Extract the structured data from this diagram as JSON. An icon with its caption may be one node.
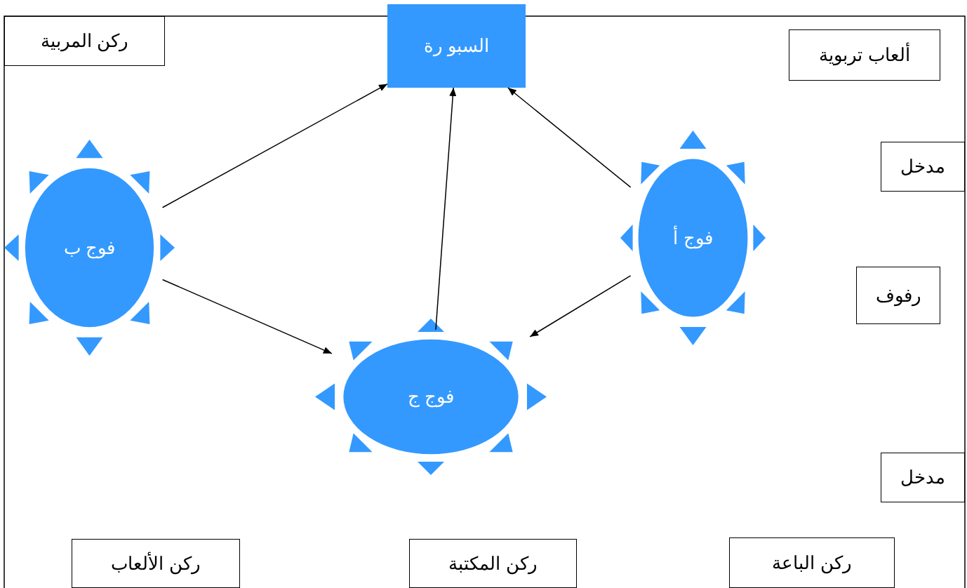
{
  "diagram": {
    "nodes": [
      {
        "text": [
          "السبو رة"
        ]
      },
      {
        "text": [
          "ركن المربية"
        ]
      },
      {
        "text": [
          "ألعاب تربوية"
        ]
      },
      {
        "text": [
          "مدخل"
        ]
      },
      {
        "text": [
          "فوج ب"
        ]
      },
      {
        "text": [
          "فوج أ"
        ]
      },
      {
        "text": [
          "رفوف"
        ]
      },
      {
        "text": [
          "فوج ج"
        ]
      },
      {
        "text": [
          "مدخل"
        ]
      },
      {
        "text": [
          "ركن الألعاب"
        ]
      },
      {
        "text": [
          "ركن المكتبة"
        ]
      },
      {
        "text": [
          "ركن الباعة"
        ]
      }
    ],
    "edges": [
      {
        "from": 4,
        "to": 0,
        "arrow": "to"
      },
      {
        "from": 7,
        "to": 0,
        "arrow": "to"
      },
      {
        "from": 5,
        "to": 0,
        "arrow": "to"
      },
      {
        "from": 4,
        "to": 7,
        "arrow": "to"
      },
      {
        "from": 5,
        "to": 7,
        "arrow": "to"
      }
    ]
  }
}
